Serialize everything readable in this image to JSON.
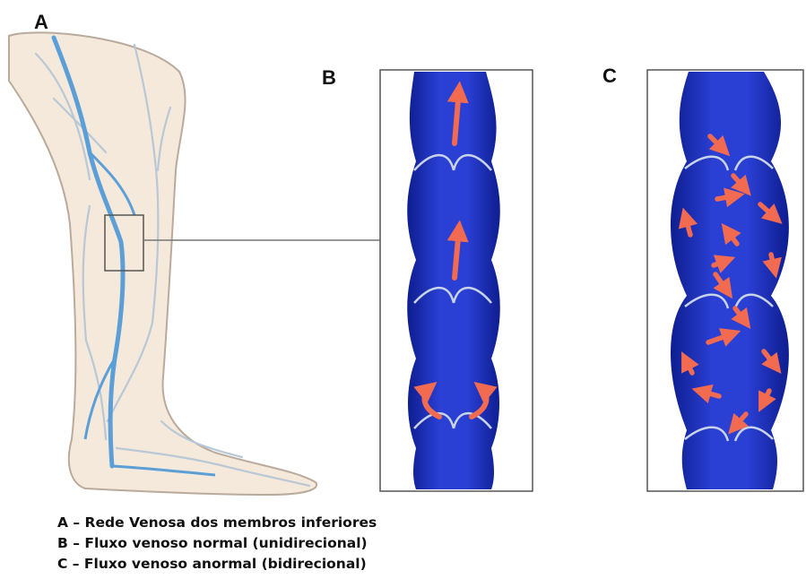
{
  "panels": {
    "a": {
      "letter": "A"
    },
    "b": {
      "letter": "B"
    },
    "c": {
      "letter": "C"
    }
  },
  "caption": [
    "A – Rede Venosa dos membros inferiores",
    "B – Fluxo venoso normal (unidirecional)",
    "C – Fluxo venoso anormal (bidirecional)"
  ],
  "colors": {
    "skin": "#f5e9dc",
    "skin_outline": "#b9aa9c",
    "vein": "#5b9fd6",
    "vein_secondary": "#b8c8d6",
    "vessel_blue": "#1a2fc0",
    "vessel_dark": "#12209a",
    "valve": "#c9d3e6",
    "arrow": "#f26a4f",
    "frame": "#555555"
  }
}
